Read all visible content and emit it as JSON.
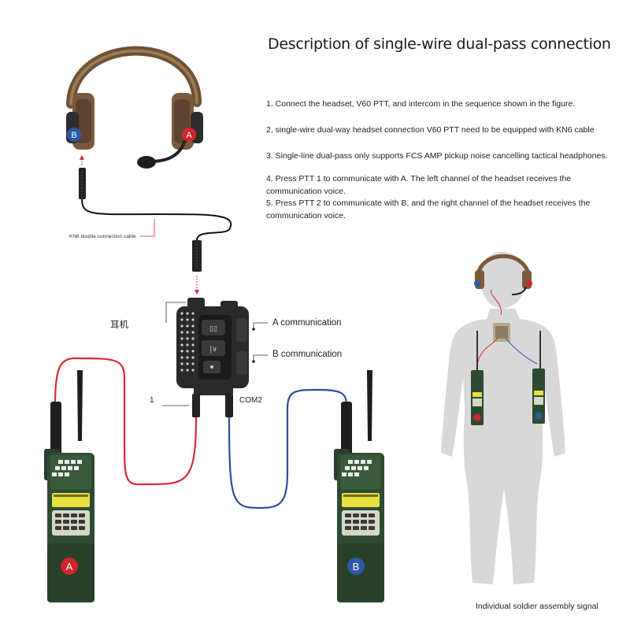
{
  "title": "Description of single-wire dual-pass connection",
  "steps": [
    "1. Connect the headset, V60 PTT, and intercom in the sequence shown in the figure.",
    "2, single-wire dual-way headset connection V60 PTT need to be equipped with KN6 cable",
    "3. Single-line dual-pass only supports FCS AMP pickup noise cancelling tactical headphones.",
    "4. Press PTT 1 to communicate with A. The left channel of the headset receives the communication voice.",
    "5. Press PTT 2 to communicate with B, and the right channel of the headset receives the communication voice."
  ],
  "labels": {
    "cable": "KN6 double connection cable",
    "earphone": "耳机",
    "a_comm": "A communication",
    "b_comm": "B communication",
    "com1": "1",
    "com2": "COM2",
    "soldier": "Individual soldier assembly signal"
  },
  "badges": {
    "a": "A",
    "b": "B"
  },
  "colors": {
    "red_line": "#d62a35",
    "blue_line": "#2a4f9c",
    "radio_green": "#2f4a32",
    "headset_brown": "#7a5a3c",
    "ptt_box": "#2a2a2a",
    "silhouette": "#d8d8d8",
    "badge_red": "#d0262d",
    "badge_blue": "#2c5aa8",
    "lcd_yellow": "#e8e040"
  },
  "icons": [
    "headset-icon",
    "ptt-box-icon",
    "radio-icon",
    "soldier-silhouette"
  ]
}
